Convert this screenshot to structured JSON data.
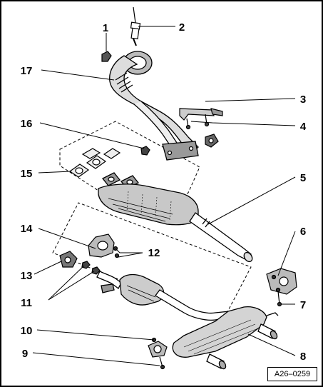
{
  "diagram": {
    "reference_code": "A26–0259",
    "callouts": [
      {
        "id": "c1",
        "label": "1"
      },
      {
        "id": "c2",
        "label": "2"
      },
      {
        "id": "c3",
        "label": "3"
      },
      {
        "id": "c4",
        "label": "4"
      },
      {
        "id": "c5",
        "label": "5"
      },
      {
        "id": "c6",
        "label": "6"
      },
      {
        "id": "c7",
        "label": "7"
      },
      {
        "id": "c8",
        "label": "8"
      },
      {
        "id": "c9",
        "label": "9"
      },
      {
        "id": "c10",
        "label": "10"
      },
      {
        "id": "c11",
        "label": "11"
      },
      {
        "id": "c12",
        "label": "12"
      },
      {
        "id": "c13",
        "label": "13"
      },
      {
        "id": "c14",
        "label": "14"
      },
      {
        "id": "c15",
        "label": "15"
      },
      {
        "id": "c16",
        "label": "16"
      },
      {
        "id": "c17",
        "label": "17"
      }
    ]
  }
}
